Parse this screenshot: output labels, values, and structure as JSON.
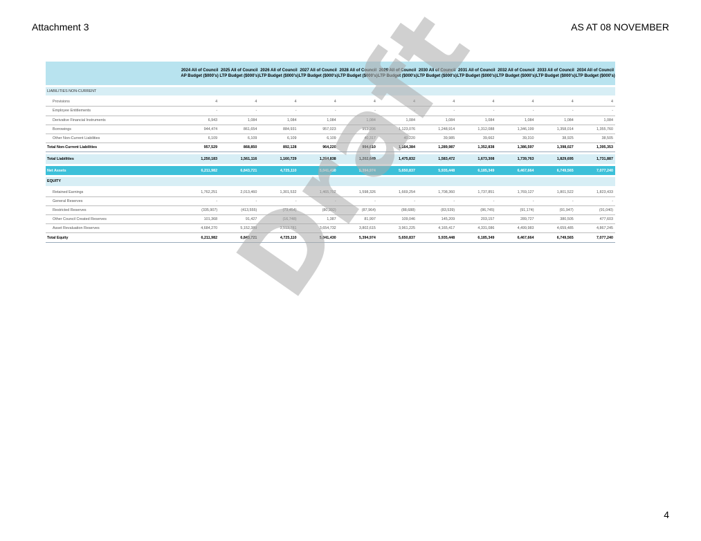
{
  "header": {
    "left": "Attachment 3",
    "right": "AS AT 08 NOVEMBER"
  },
  "page_number": "4",
  "watermark": "Draft",
  "table": {
    "columns": [
      "2024 All of Council AP Budget ($000's)",
      "2025 All of Council LTP Budget ($000's)",
      "2026 All of Council LTP Budget ($000's)",
      "2027 All of Council LTP Budget ($000's)",
      "2028 All of Council LTP Budget ($000's)",
      "2029 All of Council LTP Budget ($000's)",
      "2030 All of Council LTP Budget ($000's)",
      "2031 All of Council LTP Budget ($000's)",
      "2032 All of Council LTP Budget ($000's)",
      "2033 All of Council LTP Budget ($000's)",
      "2034 All of Council LTP Budget ($000's)"
    ],
    "sections": {
      "liabilities": "LIABILITIES NON-CURRENT",
      "equity": "EQUITY"
    },
    "rows": {
      "provisions": {
        "label": "Provisions",
        "values": [
          "4",
          "4",
          "4",
          "4",
          "4",
          "4",
          "4",
          "4",
          "4",
          "4",
          "4"
        ]
      },
      "employee": {
        "label": "Employee Entitlements",
        "values": [
          "-",
          "-",
          "-",
          "-",
          "-",
          "-",
          "-",
          "-",
          "-",
          "-",
          "-"
        ]
      },
      "derivative": {
        "label": "Derivative Financial Instruments",
        "values": [
          "6,943",
          "1,084",
          "1,084",
          "1,084",
          "1,084",
          "1,084",
          "1,084",
          "1,084",
          "1,084",
          "1,084",
          "1,084"
        ]
      },
      "borrowings": {
        "label": "Borrowings",
        "values": [
          "944,474",
          "861,654",
          "884,931",
          "957,023",
          "953,206",
          "1,123,076",
          "1,248,914",
          "1,312,088",
          "1,346,199",
          "1,358,014",
          "1,355,760"
        ]
      },
      "other_ncl": {
        "label": "Other Non-Current Liabilities",
        "values": [
          "6,109",
          "6,109",
          "6,109",
          "6,109",
          "40,317",
          "40,220",
          "39,985",
          "39,662",
          "39,310",
          "38,925",
          "38,505"
        ]
      },
      "total_ncl": {
        "label": "Total Non-Current Liabilities",
        "values": [
          "957,529",
          "868,850",
          "892,128",
          "964,220",
          "994,610",
          "1,164,384",
          "1,289,987",
          "1,352,838",
          "1,386,597",
          "1,398,027",
          "1,395,353"
        ]
      },
      "total_liab": {
        "label": "Total Liabilities",
        "values": [
          "1,250,183",
          "1,561,116",
          "1,160,729",
          "1,264,838",
          "1,202,649",
          "1,475,832",
          "1,583,472",
          "1,673,308",
          "1,739,763",
          "1,829,695",
          "1,731,887"
        ]
      },
      "net_assets": {
        "label": "Net Assets",
        "values": [
          "6,211,982",
          "6,843,721",
          "4,725,110",
          "5,041,430",
          "5,394,974",
          "5,650,837",
          "5,935,448",
          "6,185,349",
          "6,467,664",
          "6,749,565",
          "7,077,240"
        ]
      },
      "retained": {
        "label": "Retained Earnings",
        "values": [
          "1,762,251",
          "2,013,460",
          "1,301,532",
          "1,465,702",
          "1,598,326",
          "1,669,254",
          "1,708,360",
          "1,737,851",
          "1,769,127",
          "1,801,522",
          "1,823,433"
        ]
      },
      "general": {
        "label": "General Reserves",
        "values": [
          "-",
          "-",
          "-",
          "-",
          "-",
          "-",
          "-",
          "-",
          "-",
          "-",
          "-"
        ]
      },
      "restricted": {
        "label": "Restricted Reserves",
        "values": [
          "(335,907)",
          "(413,555)",
          "(73,454)",
          "(80,392)",
          "(87,964)",
          "(88,688)",
          "(83,539)",
          "(86,745)",
          "(91,174)",
          "(91,947)",
          "(91,040)"
        ]
      },
      "other_council": {
        "label": "Other Council Created Reserves",
        "values": [
          "101,368",
          "91,427",
          "(16,748)",
          "1,387",
          "81,997",
          "109,046",
          "145,209",
          "203,157",
          "289,727",
          "380,505",
          "477,603"
        ]
      },
      "revaluation": {
        "label": "Asset Revaluation Reserves",
        "values": [
          "4,684,270",
          "5,152,389",
          "3,513,781",
          "3,654,732",
          "3,802,615",
          "3,961,225",
          "4,165,417",
          "4,331,086",
          "4,499,983",
          "4,659,485",
          "4,867,245"
        ]
      },
      "total_equity": {
        "label": "Total Equity",
        "values": [
          "6,211,982",
          "6,843,721",
          "4,725,110",
          "5,041,430",
          "5,394,974",
          "5,650,837",
          "5,935,448",
          "6,185,349",
          "6,467,664",
          "6,749,565",
          "7,077,240"
        ]
      }
    }
  }
}
